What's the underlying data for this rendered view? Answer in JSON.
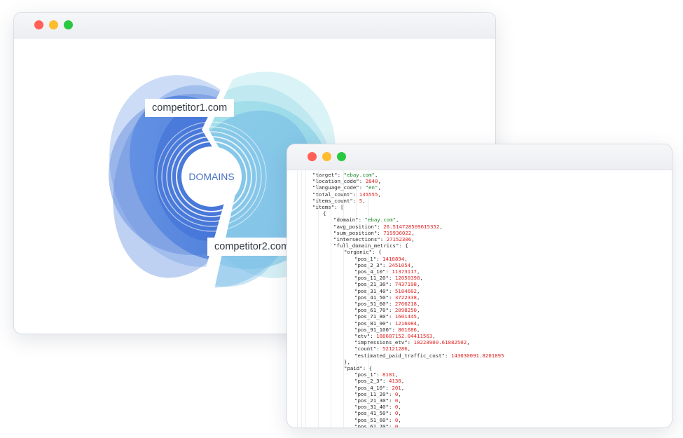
{
  "visual": {
    "center_label": "DOMAINS",
    "competitor_top": "competitor1.com",
    "competitor_bottom": "competitor2.com"
  },
  "colors": {
    "close": "#ff5f57",
    "minimize": "#febc2e",
    "maximize": "#28c840",
    "blue": "#3a6fd8",
    "teal": "#7fd6e0",
    "json_string": "#1a8a2a",
    "json_number": "#e02424"
  },
  "icons": [
    "close-icon",
    "minimize-icon",
    "maximize-icon"
  ],
  "json": [
    {
      "indent": 0,
      "key": "\"target\": ",
      "val": "\"ebay.com\"",
      "vt": "s",
      "tail": ","
    },
    {
      "indent": 0,
      "key": "\"location_code\": ",
      "val": "2840",
      "vt": "n",
      "tail": ","
    },
    {
      "indent": 0,
      "key": "\"language_code\": ",
      "val": "\"en\"",
      "vt": "s",
      "tail": ","
    },
    {
      "indent": 0,
      "key": "\"total_count\": ",
      "val": "135555",
      "vt": "n",
      "tail": ","
    },
    {
      "indent": 0,
      "key": "\"items_count\": ",
      "val": "5",
      "vt": "n",
      "tail": ","
    },
    {
      "indent": 0,
      "key": "\"items\": [",
      "val": "",
      "vt": "",
      "tail": ""
    },
    {
      "indent": 1,
      "key": "{",
      "val": "",
      "vt": "",
      "tail": ""
    },
    {
      "indent": 2,
      "key": "\"domain\": ",
      "val": "\"ebay.com\"",
      "vt": "s",
      "tail": ","
    },
    {
      "indent": 2,
      "key": "\"avg_position\": ",
      "val": "26.514728509615352",
      "vt": "n",
      "tail": ","
    },
    {
      "indent": 2,
      "key": "\"sum_position\": ",
      "val": "719936022",
      "vt": "n",
      "tail": ","
    },
    {
      "indent": 2,
      "key": "\"intersections\": ",
      "val": "27152306",
      "vt": "n",
      "tail": ","
    },
    {
      "indent": 2,
      "key": "\"full_domain_metrics\": {",
      "val": "",
      "vt": "",
      "tail": ""
    },
    {
      "indent": 3,
      "key": "\"organic\": {",
      "val": "",
      "vt": "",
      "tail": ""
    },
    {
      "indent": 4,
      "key": "\"pos_1\": ",
      "val": "1418894",
      "vt": "n",
      "tail": ","
    },
    {
      "indent": 4,
      "key": "\"pos_2_3\": ",
      "val": "2451054",
      "vt": "n",
      "tail": ","
    },
    {
      "indent": 4,
      "key": "\"pos_4_10\": ",
      "val": "11373117",
      "vt": "n",
      "tail": ","
    },
    {
      "indent": 4,
      "key": "\"pos_11_20\": ",
      "val": "12050398",
      "vt": "n",
      "tail": ","
    },
    {
      "indent": 4,
      "key": "\"pos_21_30\": ",
      "val": "7437198",
      "vt": "n",
      "tail": ","
    },
    {
      "indent": 4,
      "key": "\"pos_31_40\": ",
      "val": "5184602",
      "vt": "n",
      "tail": ","
    },
    {
      "indent": 4,
      "key": "\"pos_41_50\": ",
      "val": "3722338",
      "vt": "n",
      "tail": ","
    },
    {
      "indent": 4,
      "key": "\"pos_51_60\": ",
      "val": "2766218",
      "vt": "n",
      "tail": ","
    },
    {
      "indent": 4,
      "key": "\"pos_61_70\": ",
      "val": "2098250",
      "vt": "n",
      "tail": ","
    },
    {
      "indent": 4,
      "key": "\"pos_71_80\": ",
      "val": "1601445",
      "vt": "n",
      "tail": ","
    },
    {
      "indent": 4,
      "key": "\"pos_81_90\": ",
      "val": "1216084",
      "vt": "n",
      "tail": ","
    },
    {
      "indent": 4,
      "key": "\"pos_91_100\": ",
      "val": "801686",
      "vt": "n",
      "tail": ","
    },
    {
      "indent": 4,
      "key": "\"etv\": ",
      "val": "188687152.04411563",
      "vt": "n",
      "tail": ","
    },
    {
      "indent": 4,
      "key": "\"impressions_etv\": ",
      "val": "18228900.61882502",
      "vt": "n",
      "tail": ","
    },
    {
      "indent": 4,
      "key": "\"count\": ",
      "val": "52121286",
      "vt": "n",
      "tail": ","
    },
    {
      "indent": 4,
      "key": "\"estimated_paid_traffic_cost\": ",
      "val": "143030091.8201895",
      "vt": "n",
      "tail": ""
    },
    {
      "indent": 3,
      "key": "},",
      "val": "",
      "vt": "",
      "tail": ""
    },
    {
      "indent": 3,
      "key": "\"paid\": {",
      "val": "",
      "vt": "",
      "tail": ""
    },
    {
      "indent": 4,
      "key": "\"pos_1\": ",
      "val": "8181",
      "vt": "n",
      "tail": ","
    },
    {
      "indent": 4,
      "key": "\"pos_2_3\": ",
      "val": "4130",
      "vt": "n",
      "tail": ","
    },
    {
      "indent": 4,
      "key": "\"pos_4_10\": ",
      "val": "201",
      "vt": "n",
      "tail": ","
    },
    {
      "indent": 4,
      "key": "\"pos_11_20\": ",
      "val": "0",
      "vt": "n",
      "tail": ","
    },
    {
      "indent": 4,
      "key": "\"pos_21_30\": ",
      "val": "0",
      "vt": "n",
      "tail": ","
    },
    {
      "indent": 4,
      "key": "\"pos_31_40\": ",
      "val": "0",
      "vt": "n",
      "tail": ","
    },
    {
      "indent": 4,
      "key": "\"pos_41_50\": ",
      "val": "0",
      "vt": "n",
      "tail": ","
    },
    {
      "indent": 4,
      "key": "\"pos_51_60\": ",
      "val": "0",
      "vt": "n",
      "tail": ","
    },
    {
      "indent": 4,
      "key": "\"pos_61_70\": ",
      "val": "0",
      "vt": "n",
      "tail": ","
    }
  ]
}
